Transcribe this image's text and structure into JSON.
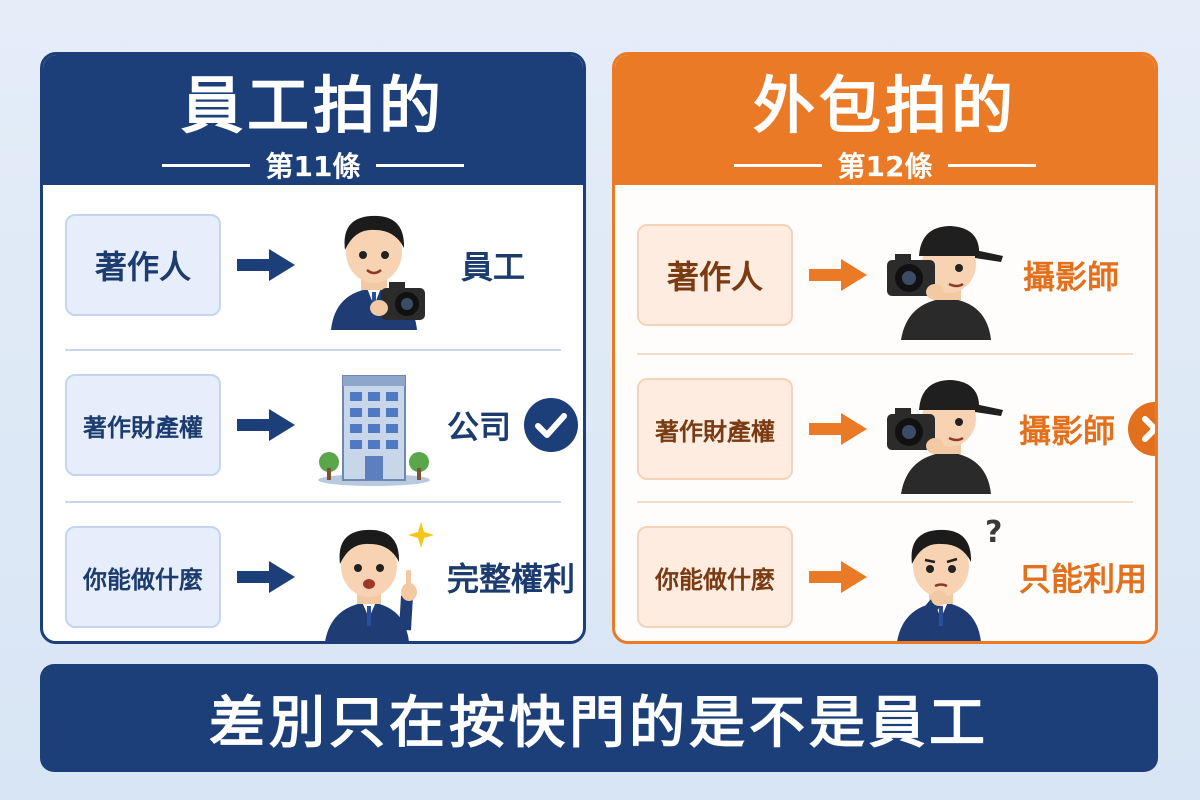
{
  "left_panel": {
    "title": "員工拍的",
    "subtitle": "第11條",
    "accent_color": "#1c3f7a",
    "rows": [
      {
        "label": "著作人",
        "figure": "employee-with-camera",
        "value": "員工"
      },
      {
        "label": "著作財產權",
        "figure": "office-building",
        "value": "公司",
        "badge": "check-circle-icon"
      },
      {
        "label": "你能做什麼",
        "figure": "employee-pointing-with-sparkle",
        "value": "完整權利"
      }
    ]
  },
  "right_panel": {
    "title": "外包拍的",
    "subtitle": "第12條",
    "accent_color": "#ea7a26",
    "rows": [
      {
        "label": "著作人",
        "figure": "photographer-with-camera",
        "value": "攝影師"
      },
      {
        "label": "著作財產權",
        "figure": "photographer-with-camera",
        "value": "攝影師",
        "badge": "x-circle-icon"
      },
      {
        "label": "你能做什麼",
        "figure": "employee-thinking-question",
        "value": "只能利用"
      }
    ]
  },
  "banner": {
    "text": "差別只在按快門的是不是員工"
  }
}
